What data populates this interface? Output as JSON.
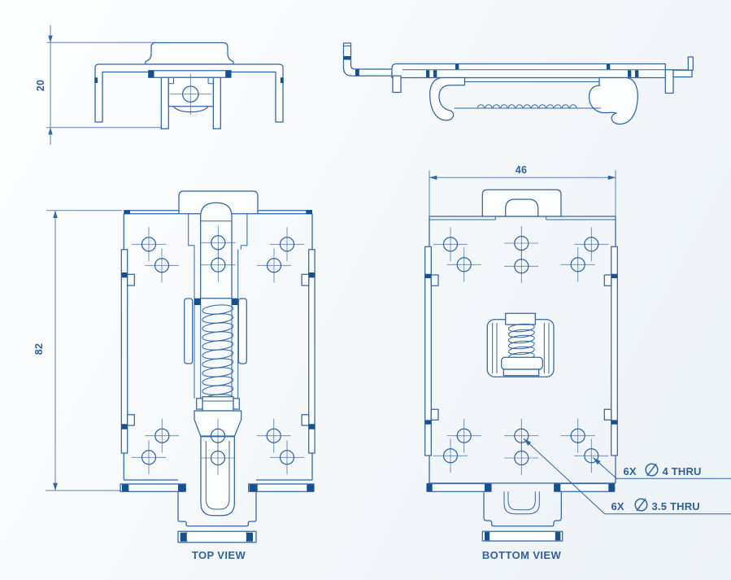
{
  "colors": {
    "line": "#2f66a7",
    "dark": "#17508f",
    "text": "#2d61a0",
    "bg": "#f5f8fb"
  },
  "views": {
    "front": {
      "dimension_height": "20"
    },
    "side": {},
    "top": {
      "label": "TOP VIEW",
      "dimension_length": "82"
    },
    "bottom": {
      "label": "BOTTOM VIEW",
      "dimension_width": "46"
    }
  },
  "callouts": {
    "hole_large": {
      "qty": "6X",
      "symbol": "∅",
      "spec": "4 THRU"
    },
    "hole_small": {
      "qty": "6X",
      "symbol": "∅",
      "spec": "3.5 THRU"
    }
  }
}
